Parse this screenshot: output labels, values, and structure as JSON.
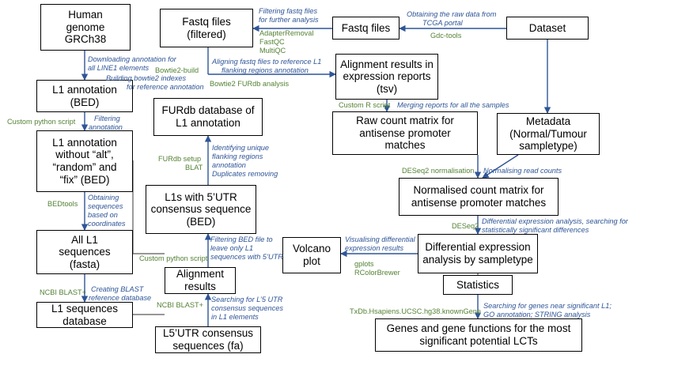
{
  "colors": {
    "box_border": "#000000",
    "arrow": "#2f5597",
    "line": "#595959",
    "annotation_italic": "#2f5597",
    "tool_label": "#548235"
  },
  "boxes": {
    "human_genome": [
      "Human",
      "genome",
      "GRCh38"
    ],
    "fastq_filtered": [
      "Fastq files",
      "(filtered)"
    ],
    "fastq_files": [
      "Fastq files"
    ],
    "dataset": [
      "Dataset"
    ],
    "l1_annotation": [
      "L1 annotation",
      "(BED)"
    ],
    "alignment_results_reports": [
      "Alignment results in",
      "expression reports",
      "(tsv)"
    ],
    "furdb": [
      "FURdb database of",
      "L1 annotation"
    ],
    "raw_count_matrix": [
      "Raw count matrix for",
      "antisense promoter",
      "matches"
    ],
    "metadata": [
      "Metadata",
      "(Normal/Tumour",
      "sampletype)"
    ],
    "l1_filtered_annotation": [
      "L1 annotation",
      "without “alt”,",
      "“random” and",
      "“fix” (BED)"
    ],
    "l1s_5utr": [
      "L1s with 5’UTR",
      "consensus sequence",
      "(BED)"
    ],
    "normalised_matrix": [
      "Normalised count matrix for",
      "antisense promoter matches"
    ],
    "all_l1_sequences": [
      "All L1",
      "sequences",
      "(fasta)"
    ],
    "volcano_plot": [
      "Volcano",
      "plot"
    ],
    "differential_expression": [
      "Differential expression",
      "analysis by sampletype"
    ],
    "alignment_results": [
      "Alignment",
      "results"
    ],
    "statistics": [
      "Statistics"
    ],
    "l1_sequences_db": [
      "L1 sequences",
      "database"
    ],
    "l5utr_consensus": [
      "L5’UTR consensus",
      "sequences (fa)"
    ],
    "genes_functions": [
      "Genes and gene functions for the most",
      "significant potential LCTs"
    ]
  },
  "annotations": {
    "filtering_fastq": [
      "Filtering fastq files",
      "for further analysis"
    ],
    "obtaining_raw_data": [
      "Obtaining the raw data from",
      "TCGA portal"
    ],
    "downloading_annotation": [
      "Downloading annotation for",
      "all LINE1 elements"
    ],
    "building_bowtie2": [
      "Building bowtie2 indexes",
      "for reference annotation"
    ],
    "aligning_fastq": [
      "Aligning fastq files to reference L1",
      "flanking regions annotation"
    ],
    "filtering_annotation": [
      "Filtering",
      "annotation"
    ],
    "merging_reports": [
      "Merging reports for all the samples"
    ],
    "identifying_unique": [
      "Identifying unique",
      "flanking regions",
      "annotation",
      "Duplicates removing"
    ],
    "normalising_counts": [
      "Normalising read counts"
    ],
    "obtaining_sequences": [
      "Obtaining",
      "sequences",
      "based on",
      "coordinates"
    ],
    "differential_search": [
      "Differential expression analysis, searching for",
      "statistically significant differences"
    ],
    "filtering_bed": [
      "Filtering BED file to",
      "leave only L1",
      "sequences with 5’UTR"
    ],
    "visualising_differential": [
      "Visualising differential",
      "expression results"
    ],
    "creating_blast": [
      "Creating BLAST",
      "reference database"
    ],
    "searching_l5utr": [
      "Searching for L’5 UTR",
      "consensus sequences",
      "in L1 elements"
    ],
    "searching_genes": [
      "Searching for genes near significant L1;",
      "GO annotation; STRING analysis"
    ]
  },
  "tools": {
    "adapter_tools": [
      "AdapterRemoval",
      "FastQC",
      "MultiQC"
    ],
    "gdc_tools": [
      "Gdc-tools"
    ],
    "bowtie2_build": [
      "Bowtie2-build"
    ],
    "bowtie2_furdb": [
      "Bowtie2 FURdb analysis"
    ],
    "custom_python_1": [
      "Custom python script"
    ],
    "custom_r": [
      "Custom R script"
    ],
    "furdb_blat": [
      "FURdb setup",
      "BLAT"
    ],
    "deseq2_norm": [
      "DESeq2 normalisation"
    ],
    "bedtools": [
      "BEDtools"
    ],
    "deseq2": [
      "DESeq2"
    ],
    "custom_python_2": [
      "Custom python script"
    ],
    "gplots": [
      "gplots",
      "RColorBrewer"
    ],
    "ncbi_blast_1": [
      "NCBI BLAST+"
    ],
    "ncbi_blast_2": [
      "NCBI BLAST+"
    ],
    "txdb": [
      "TxDb.Hsapiens.UCSC.hg38.knownGene"
    ]
  }
}
